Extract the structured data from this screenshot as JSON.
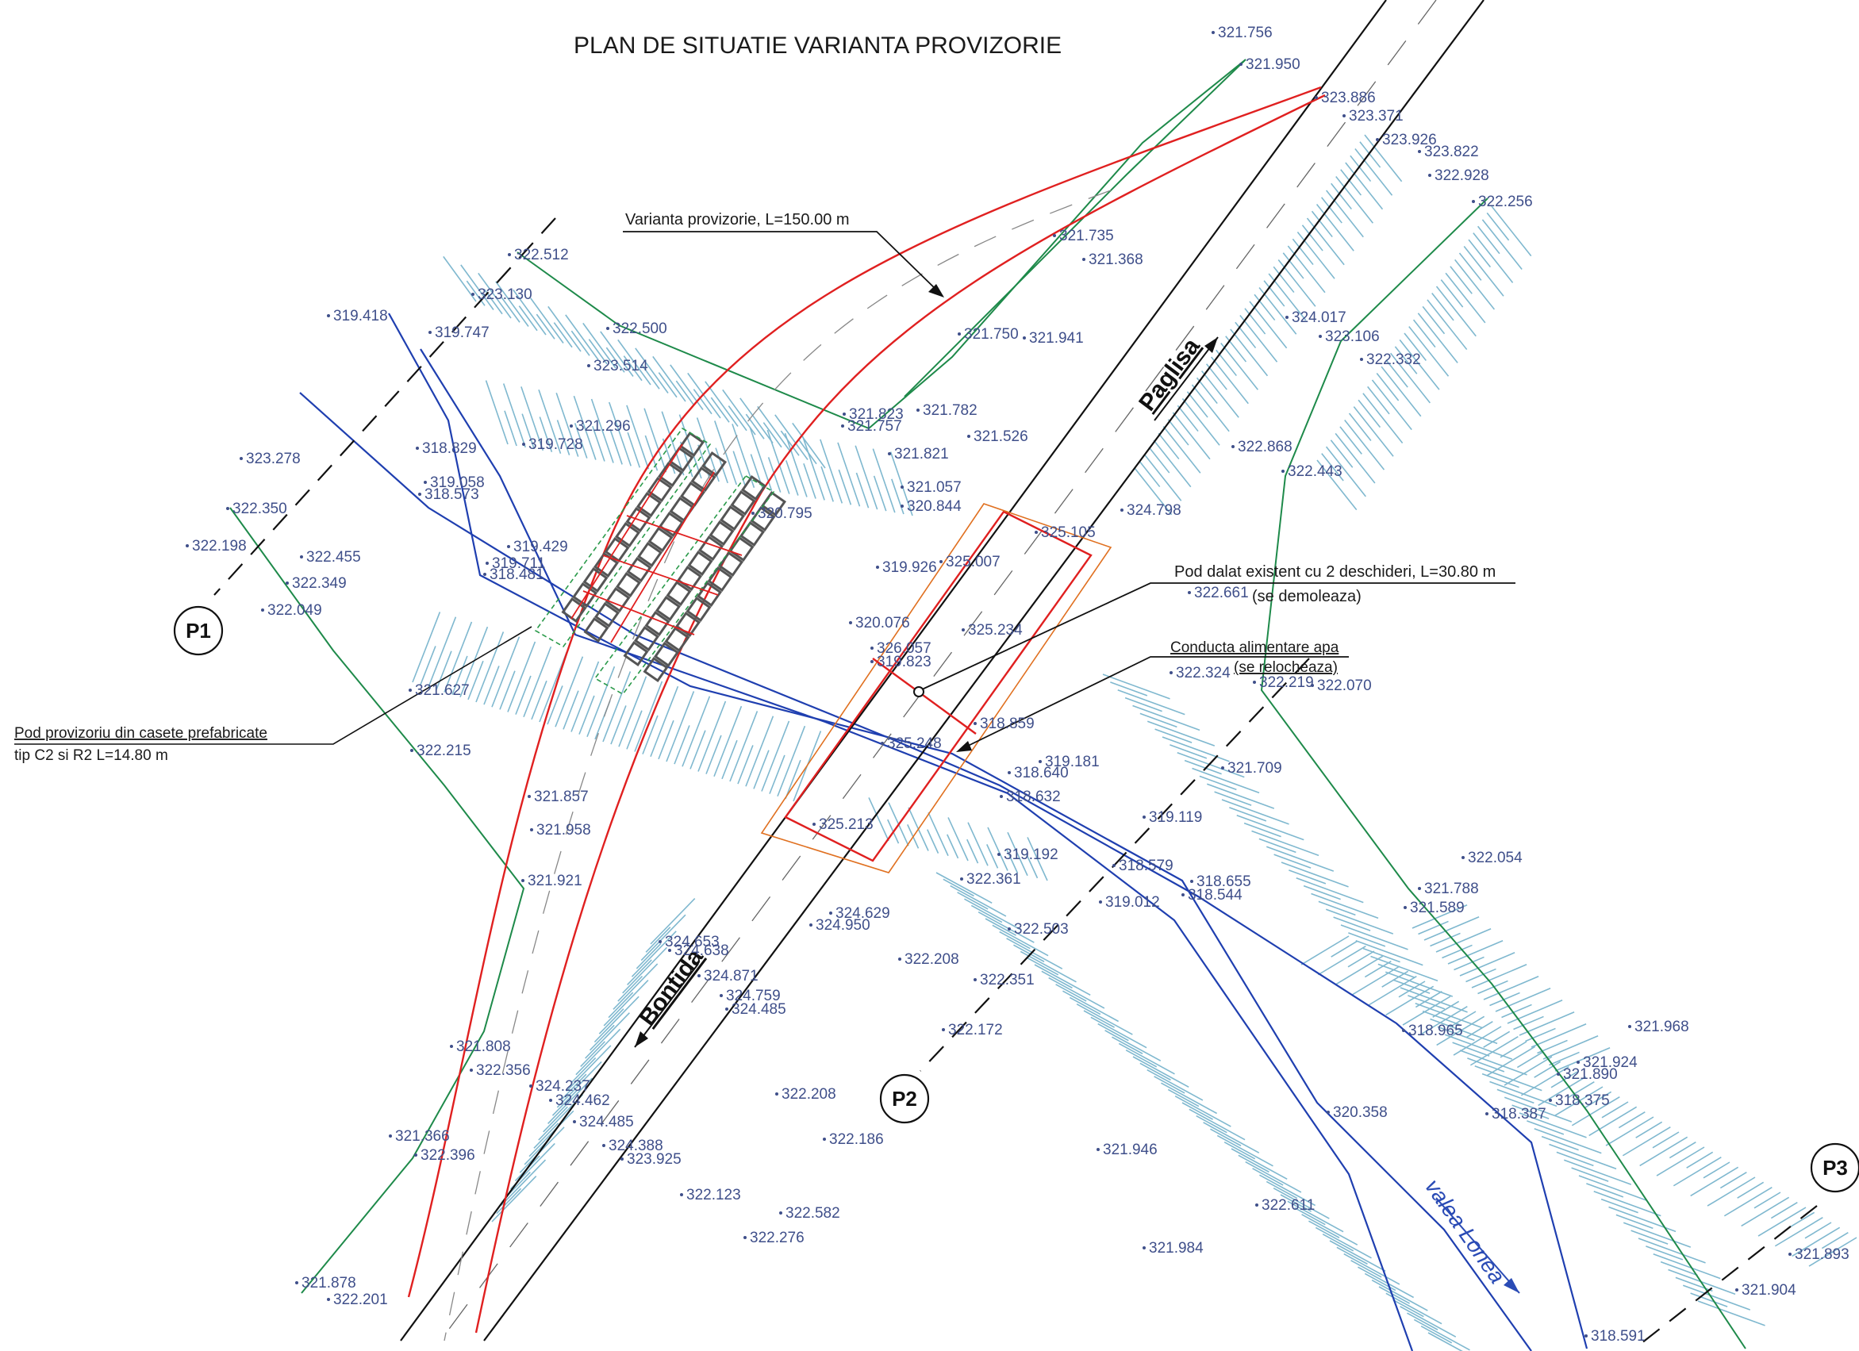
{
  "title": "PLAN DE SITUATIE VARIANTA PROVIZORIE",
  "annotations": {
    "varianta": "Varianta provizorie, L=150.00 m",
    "pod_existent_1": "Pod dalat existent cu 2 deschideri, L=30.80 m",
    "pod_existent_2": "(se demoleaza)",
    "conducta_1": "Conducta alimentare apa",
    "conducta_2": "(se relocheaza)",
    "pod_provizoriu_1": "Pod provizoriu din casete prefabricate",
    "pod_provizoriu_2": "tip C2 si R2 L=14.80 m"
  },
  "roads": {
    "north": "Paglisa",
    "south": "Bontida"
  },
  "river": "valea Lonea",
  "profiles": [
    "P1",
    "P2",
    "P3"
  ],
  "colors": {
    "temporary_road": "#e02020",
    "existing_road": "#111111",
    "contour": "#1e8a4a",
    "waterway": "#1f3fb0",
    "slope_hatch": "#7fb8cf",
    "elevation_text": "#3f4f8a",
    "bridge_outline": "#e07020",
    "precast_boxes": "#555555"
  },
  "elevations": {
    "e1": "321.756",
    "e2": "321.950",
    "e3": "323.886",
    "e4": "323.371",
    "e5": "323.926",
    "e6": "323.822",
    "e7": "322.928",
    "e8": "322.256",
    "e9": "321.735",
    "e10": "321.368",
    "e11": "322.512",
    "e12": "323.130",
    "e13": "319.747",
    "e14": "322.500",
    "e15": "323.514",
    "e16": "321.750",
    "e17": "321.941",
    "e18": "324.017",
    "e19": "323.106",
    "e20": "322.332",
    "e21": "321.296",
    "e22": "321.823",
    "e23": "321.782",
    "e24": "321.757",
    "e25": "321.821",
    "e26": "321.526",
    "e27": "322.868",
    "e28": "322.443",
    "e29": "318.829",
    "e30": "319.728",
    "e31": "323.278",
    "e32": "319.058",
    "e33": "318.573",
    "e34": "321.057",
    "e35": "320.844",
    "e36": "320.795",
    "e37": "324.798",
    "e38": "325.105",
    "e39": "322.350",
    "e40": "322.198",
    "e41": "322.455",
    "e42": "322.349",
    "e43": "322.049",
    "e44": "319.429",
    "e45": "319.711",
    "e46": "318.481",
    "e47": "319.926",
    "e48": "325.007",
    "e49": "322.661",
    "e50": "325.234",
    "e51": "320.076",
    "e52": "326.057",
    "e53": "319.823",
    "e54": "322.324",
    "e55": "322.219",
    "e56": "322.070",
    "e57": "321.627",
    "e58": "318.859",
    "e59": "325.248",
    "e60": "322.215",
    "e61": "319.181",
    "e62": "318.640",
    "e63": "318.632",
    "e64": "321.709",
    "e65": "321.857",
    "e66": "325.213",
    "e67": "321.958",
    "e68": "319.119",
    "e69": "318.579",
    "e70": "321.921",
    "e71": "319.192",
    "e72": "322.361",
    "e73": "322.054",
    "e74": "318.655",
    "e75": "318.544",
    "e76": "319.012",
    "e77": "321.788",
    "e78": "321.589",
    "e79": "324.629",
    "e80": "324.950",
    "e81": "322.503",
    "e82": "324.653",
    "e83": "324.638",
    "e84": "322.208",
    "e85": "324.871",
    "e86": "322.351",
    "e87": "324.759",
    "e88": "324.485",
    "e89": "322.172",
    "e90": "321.968",
    "e91": "321.808",
    "e92": "322.356",
    "e93": "318.965",
    "e94": "321.924",
    "e95": "321.890",
    "e96": "324.237",
    "e97": "324.462",
    "e98": "322.208",
    "e99": "318.375",
    "e100": "324.485",
    "e101": "320.358",
    "e102": "318.387",
    "e103": "321.366",
    "e104": "322.396",
    "e105": "322.186",
    "e106": "324.388",
    "e107": "323.925",
    "e108": "321.946",
    "e109": "322.123",
    "e110": "322.582",
    "e111": "322.611",
    "e112": "322.276",
    "e113": "321.984",
    "e114": "321.893",
    "e115": "321.878",
    "e116": "322.201",
    "e117": "321.904",
    "e118": "318.591",
    "e119": "319.418"
  }
}
